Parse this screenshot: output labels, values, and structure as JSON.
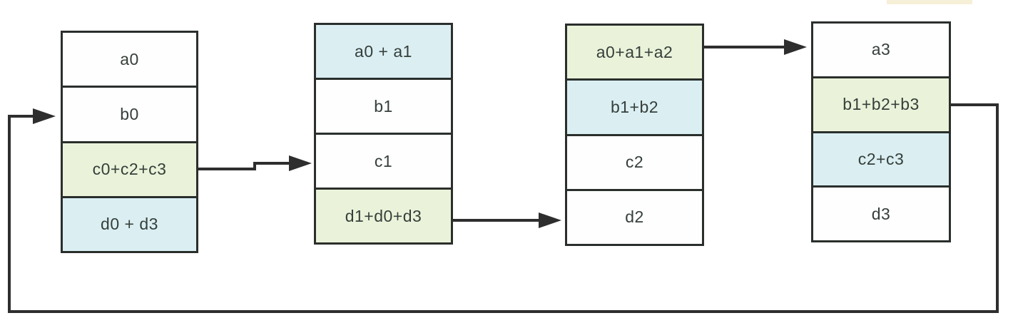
{
  "palette": {
    "background": "#ffffff",
    "line": "#2e2e2e",
    "cell_border": "#2a2f2c",
    "text": "#363f3a",
    "green": "#eaf3da",
    "blue": "#dbeff3",
    "white": "#fefefe",
    "artifact": "#f6f0d8"
  },
  "diagram": {
    "columns": [
      {
        "cells": [
          {
            "label": "a0",
            "fill": "white"
          },
          {
            "label": "b0",
            "fill": "white"
          },
          {
            "label": "c0+c2+c3",
            "fill": "green"
          },
          {
            "label": "d0 + d3",
            "fill": "blue"
          }
        ]
      },
      {
        "cells": [
          {
            "label": "a0 + a1",
            "fill": "blue"
          },
          {
            "label": "b1",
            "fill": "white"
          },
          {
            "label": "c1",
            "fill": "white"
          },
          {
            "label": "d1+d0+d3",
            "fill": "green"
          }
        ]
      },
      {
        "cells": [
          {
            "label": "a0+a1+a2",
            "fill": "green"
          },
          {
            "label": "b1+b2",
            "fill": "blue"
          },
          {
            "label": "c2",
            "fill": "white"
          },
          {
            "label": "d2",
            "fill": "white"
          }
        ]
      },
      {
        "cells": [
          {
            "label": "a3",
            "fill": "white"
          },
          {
            "label": "b1+b2+b3",
            "fill": "green"
          },
          {
            "label": "c2+c3",
            "fill": "blue"
          },
          {
            "label": "d3",
            "fill": "white"
          }
        ]
      }
    ],
    "edges": [
      {
        "from": "c0+c2+c3",
        "to": "c1",
        "route": "right-with-jog"
      },
      {
        "from": "d1+d0+d3",
        "to": "d2",
        "route": "straight-right"
      },
      {
        "from": "a0+a1+a2",
        "to": "a3",
        "route": "straight-right"
      },
      {
        "from": "b1+b2+b3",
        "to": "b0",
        "route": "wrap-around-bottom"
      }
    ]
  }
}
